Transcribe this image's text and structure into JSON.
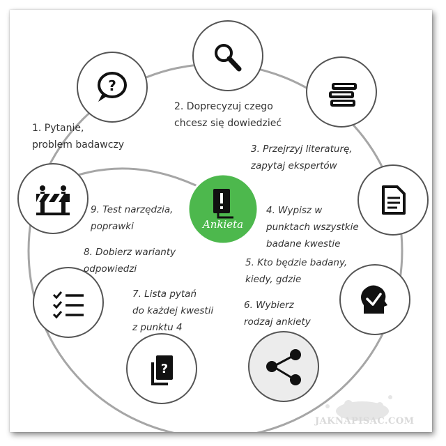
{
  "center": {
    "label": "Ankieta",
    "icon": "survey-document-icon",
    "color": "#4db84d"
  },
  "steps": [
    {
      "label": "1. Pytanie,\nproblem badawczy",
      "icon": "question-bubble-icon"
    },
    {
      "label": "2. Doprecyzuj czego\nchcesz się dowiedzieć",
      "icon": "magnifier-icon"
    },
    {
      "label": "3. Przejrzyj literaturę,\nzapytaj ekspertów",
      "icon": "books-icon"
    },
    {
      "label": "4. Wypisz w\npunktach wszystkie\nbadane kwestie",
      "icon": "document-lines-icon"
    },
    {
      "label": "5. Kto będzie badany,\nkiedy, gdzie",
      "icon": "head-check-icon"
    },
    {
      "label": "6. Wybierz\nrodzaj ankiety",
      "icon": "share-nodes-icon"
    },
    {
      "label": "7. Lista pytań\ndo każdej kwestii\nz punktu 4",
      "icon": "question-cards-icon"
    },
    {
      "label": "8. Dobierz warianty\nodpowiedzi",
      "icon": "checklist-icon"
    },
    {
      "label": "9. Test narzędzia,\npoprawki",
      "icon": "roadblock-icon"
    }
  ],
  "watermark": "JAKNAPISAC.COM",
  "colors": {
    "ring": "#a6a6a6",
    "circle_border": "#555555",
    "highlight_fill": "#ececec",
    "text": "#333333"
  }
}
